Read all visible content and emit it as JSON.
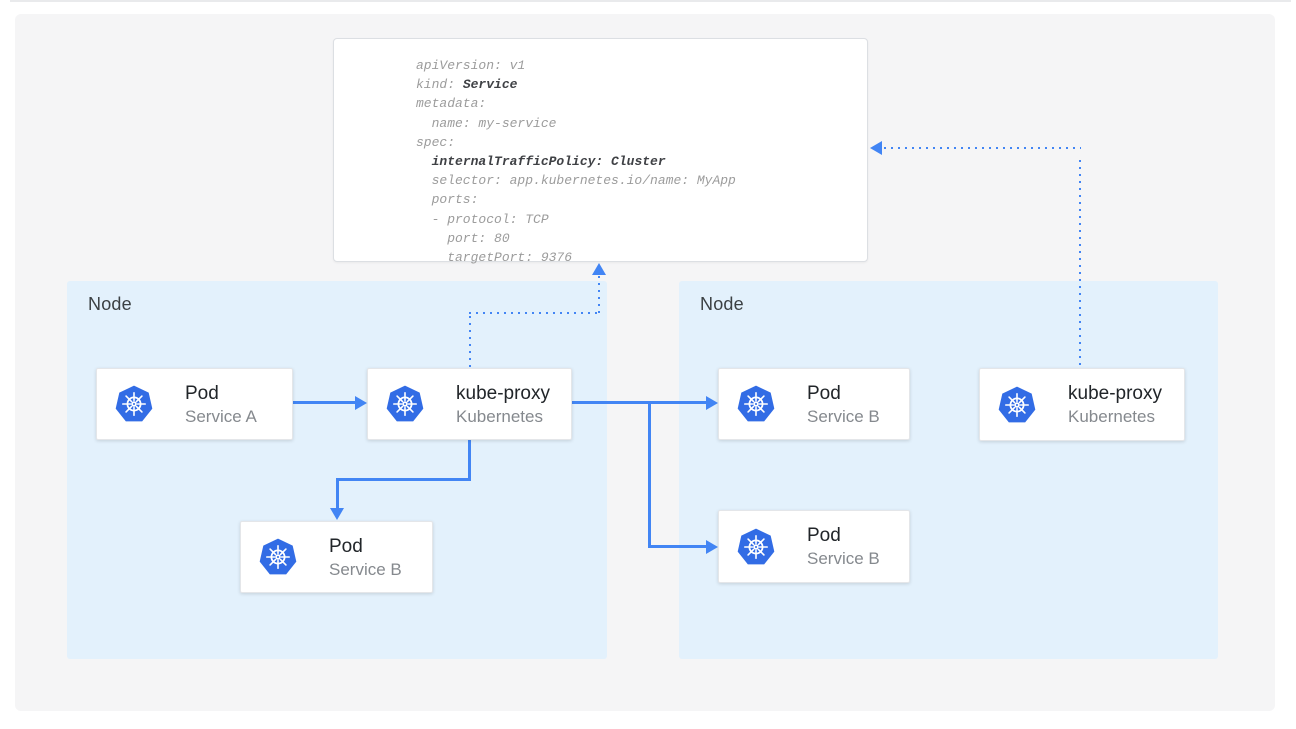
{
  "colors": {
    "accent": "#4285f4",
    "k8s_blue": "#326ce5",
    "node_bg": "#e3f1fc",
    "canvas_bg": "#f5f5f6",
    "code_gray": "#9c9c9c",
    "code_dark": "#3f4145"
  },
  "icons": {
    "kubernetes_logo": "blue heptagon with white ship-helm wheel"
  },
  "yaml_card": {
    "lines": [
      {
        "pre": "apiVersion: v1",
        "bold": ""
      },
      {
        "pre": "kind: ",
        "bold": "Service"
      },
      {
        "pre": "metadata:",
        "bold": ""
      },
      {
        "pre": "  name: my-service",
        "bold": ""
      },
      {
        "pre": "spec:",
        "bold": ""
      },
      {
        "pre": "  ",
        "bold": "internalTrafficPolicy: Cluster"
      },
      {
        "pre": "  selector: app.kubernetes.io/name: MyApp",
        "bold": ""
      },
      {
        "pre": "  ports:",
        "bold": ""
      },
      {
        "pre": "  - protocol: TCP",
        "bold": ""
      },
      {
        "pre": "    port: 80",
        "bold": ""
      },
      {
        "pre": "    targetPort: 9376",
        "bold": ""
      }
    ]
  },
  "nodes": {
    "left": {
      "label": "Node"
    },
    "right": {
      "label": "Node"
    }
  },
  "cards": {
    "left_pod_a": {
      "title": "Pod",
      "subtitle": "Service A"
    },
    "left_kube_proxy": {
      "title": "kube-proxy",
      "subtitle": "Kubernetes"
    },
    "left_pod_b": {
      "title": "Pod",
      "subtitle": "Service B"
    },
    "right_pod_b_top": {
      "title": "Pod",
      "subtitle": "Service B"
    },
    "right_pod_b_bottom": {
      "title": "Pod",
      "subtitle": "Service B"
    },
    "right_kube_proxy": {
      "title": "kube-proxy",
      "subtitle": "Kubernetes"
    }
  }
}
